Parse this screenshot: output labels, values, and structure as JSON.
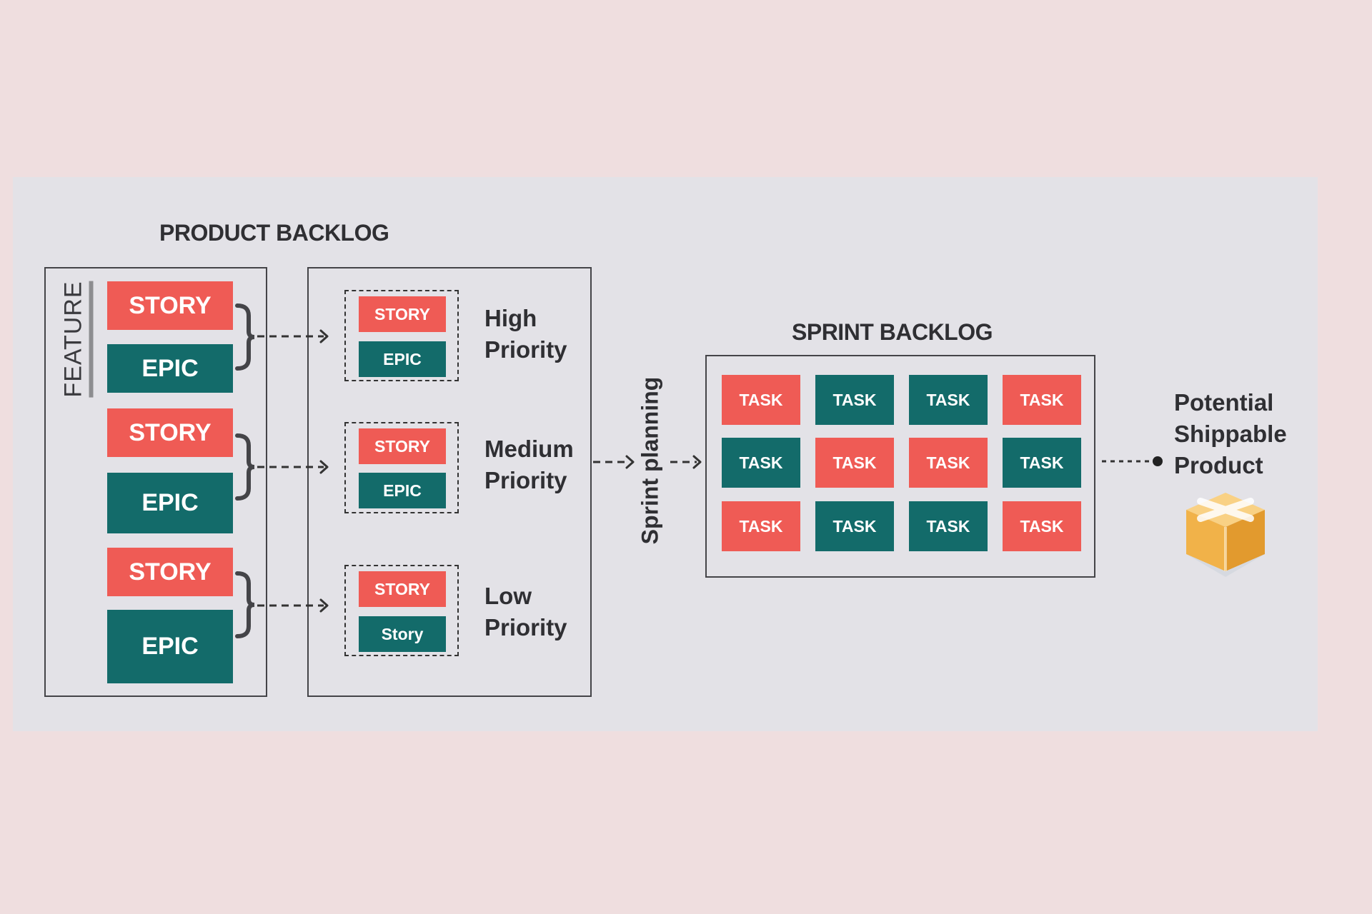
{
  "product_backlog": {
    "title": "PRODUCT BACKLOG",
    "feature_label": "FEATURE",
    "items": [
      {
        "story": "STORY",
        "epic": "EPIC"
      },
      {
        "story": "STORY",
        "epic": "EPIC"
      },
      {
        "story": "STORY",
        "epic": "EPIC"
      }
    ],
    "priorities": [
      {
        "top": "STORY",
        "bottom": "EPIC",
        "label_line1": "High",
        "label_line2": "Priority"
      },
      {
        "top": "STORY",
        "bottom": "EPIC",
        "label_line1": "Medium",
        "label_line2": "Priority"
      },
      {
        "top": "STORY",
        "bottom": "Story",
        "label_line1": "Low",
        "label_line2": "Priority"
      }
    ]
  },
  "sprint_planning_label": "Sprint planning",
  "sprint_backlog": {
    "title": "SPRINT BACKLOG",
    "tasks": [
      [
        "TASK",
        "TASK",
        "TASK",
        "TASK"
      ],
      [
        "TASK",
        "TASK",
        "TASK",
        "TASK"
      ],
      [
        "TASK",
        "TASK",
        "TASK",
        "TASK"
      ]
    ]
  },
  "product": {
    "line1": "Potential",
    "line2": "Shippable",
    "line3": "Product",
    "icon": "box-icon"
  },
  "colors": {
    "story": "#ef5b55",
    "epic": "#136b6a",
    "background": "#efdedf",
    "panel": "#e3e2e7"
  }
}
